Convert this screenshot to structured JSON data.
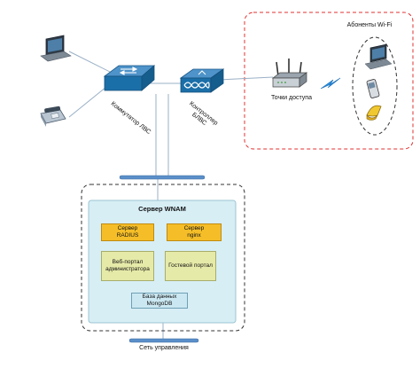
{
  "wifi_zone": {
    "title": "Абоненты Wi-Fi"
  },
  "devices": {
    "lan_switch": "Коммутатор ЛВС",
    "wlan_controller": "Контроллер\nБЛВС",
    "access_point": "Точки доступа"
  },
  "server": {
    "title": "Сервер WNAM",
    "radius": "Сервер\nRADIUS",
    "nginx": "Сервер\nnginx",
    "admin_portal": "Веб-портал\nадминистратора",
    "guest_portal": "Гостевой портал",
    "database": "База данных\nMongoDB"
  },
  "networks": {
    "management": "Сеть управления"
  },
  "colors": {
    "zone_border": "#e03030",
    "device_blue": "#1b6fa8",
    "bus_blue": "#5b8fc9",
    "server_fill": "#d7eef5",
    "yellow_box": "#f5be28",
    "green_box": "#e6eaa8"
  }
}
